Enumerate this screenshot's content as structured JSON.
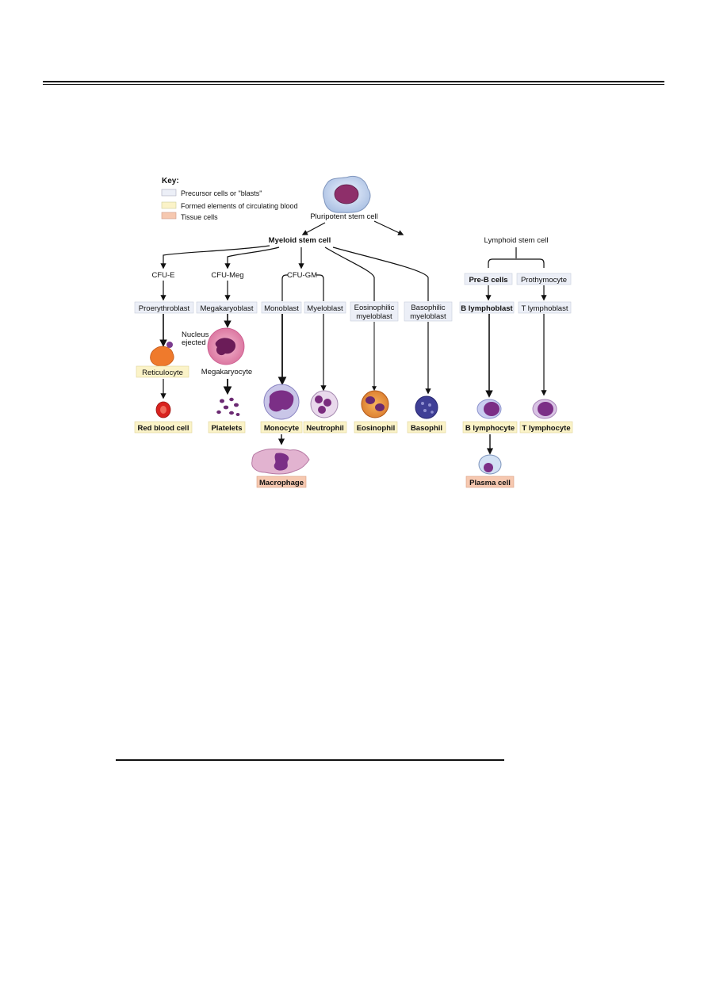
{
  "key": {
    "title": "Key:",
    "items": [
      {
        "label": "Precursor cells or \"blasts\"",
        "color": "#eceff7"
      },
      {
        "label": "Formed elements of circulating blood",
        "color": "#fbf3c8"
      },
      {
        "label": "Tissue cells",
        "color": "#f6c8b0"
      }
    ]
  },
  "stem": {
    "pluripotent": "Pluripotent stem cell",
    "myeloid": "Myeloid stem cell",
    "lymphoid": "Lymphoid stem cell"
  },
  "colony_units": {
    "cfu_e": "CFU-E",
    "cfu_meg": "CFU-Meg",
    "cfu_gm": "CFU-GM"
  },
  "blasts": {
    "proerythroblast": "Proerythroblast",
    "megakaryoblast": "Megakaryoblast",
    "monoblast": "Monoblast",
    "myeloblast": "Myeloblast",
    "eosinophilic_1": "Eosinophilic",
    "eosinophilic_2": "myeloblast",
    "basophilic_1": "Basophilic",
    "basophilic_2": "myeloblast",
    "pre_b": "Pre-B cells",
    "prothymocyte": "Prothymocyte",
    "b_lymphoblast": "B lymphoblast",
    "t_lymphoblast": "T lymphoblast"
  },
  "intermediate": {
    "nucleus_1": "Nucleus",
    "nucleus_2": "ejected",
    "reticulocyte": "Reticulocyte",
    "megakaryocyte": "Megakaryocyte"
  },
  "formed": {
    "rbc": "Red blood cell",
    "platelets": "Platelets",
    "monocyte": "Monocyte",
    "neutrophil": "Neutrophil",
    "eosinophil": "Eosinophil",
    "basophil": "Basophil",
    "b_lymphocyte": "B lymphocyte",
    "t_lymphocyte": "T lymphocyte"
  },
  "tissue": {
    "macrophage": "Macrophage",
    "plasma_cell": "Plasma cell"
  },
  "colors": {
    "blast_box": "#eceff7",
    "blood_box": "#fbf3c8",
    "tissue_box": "#f6c8b0",
    "arrow": "#111111"
  }
}
